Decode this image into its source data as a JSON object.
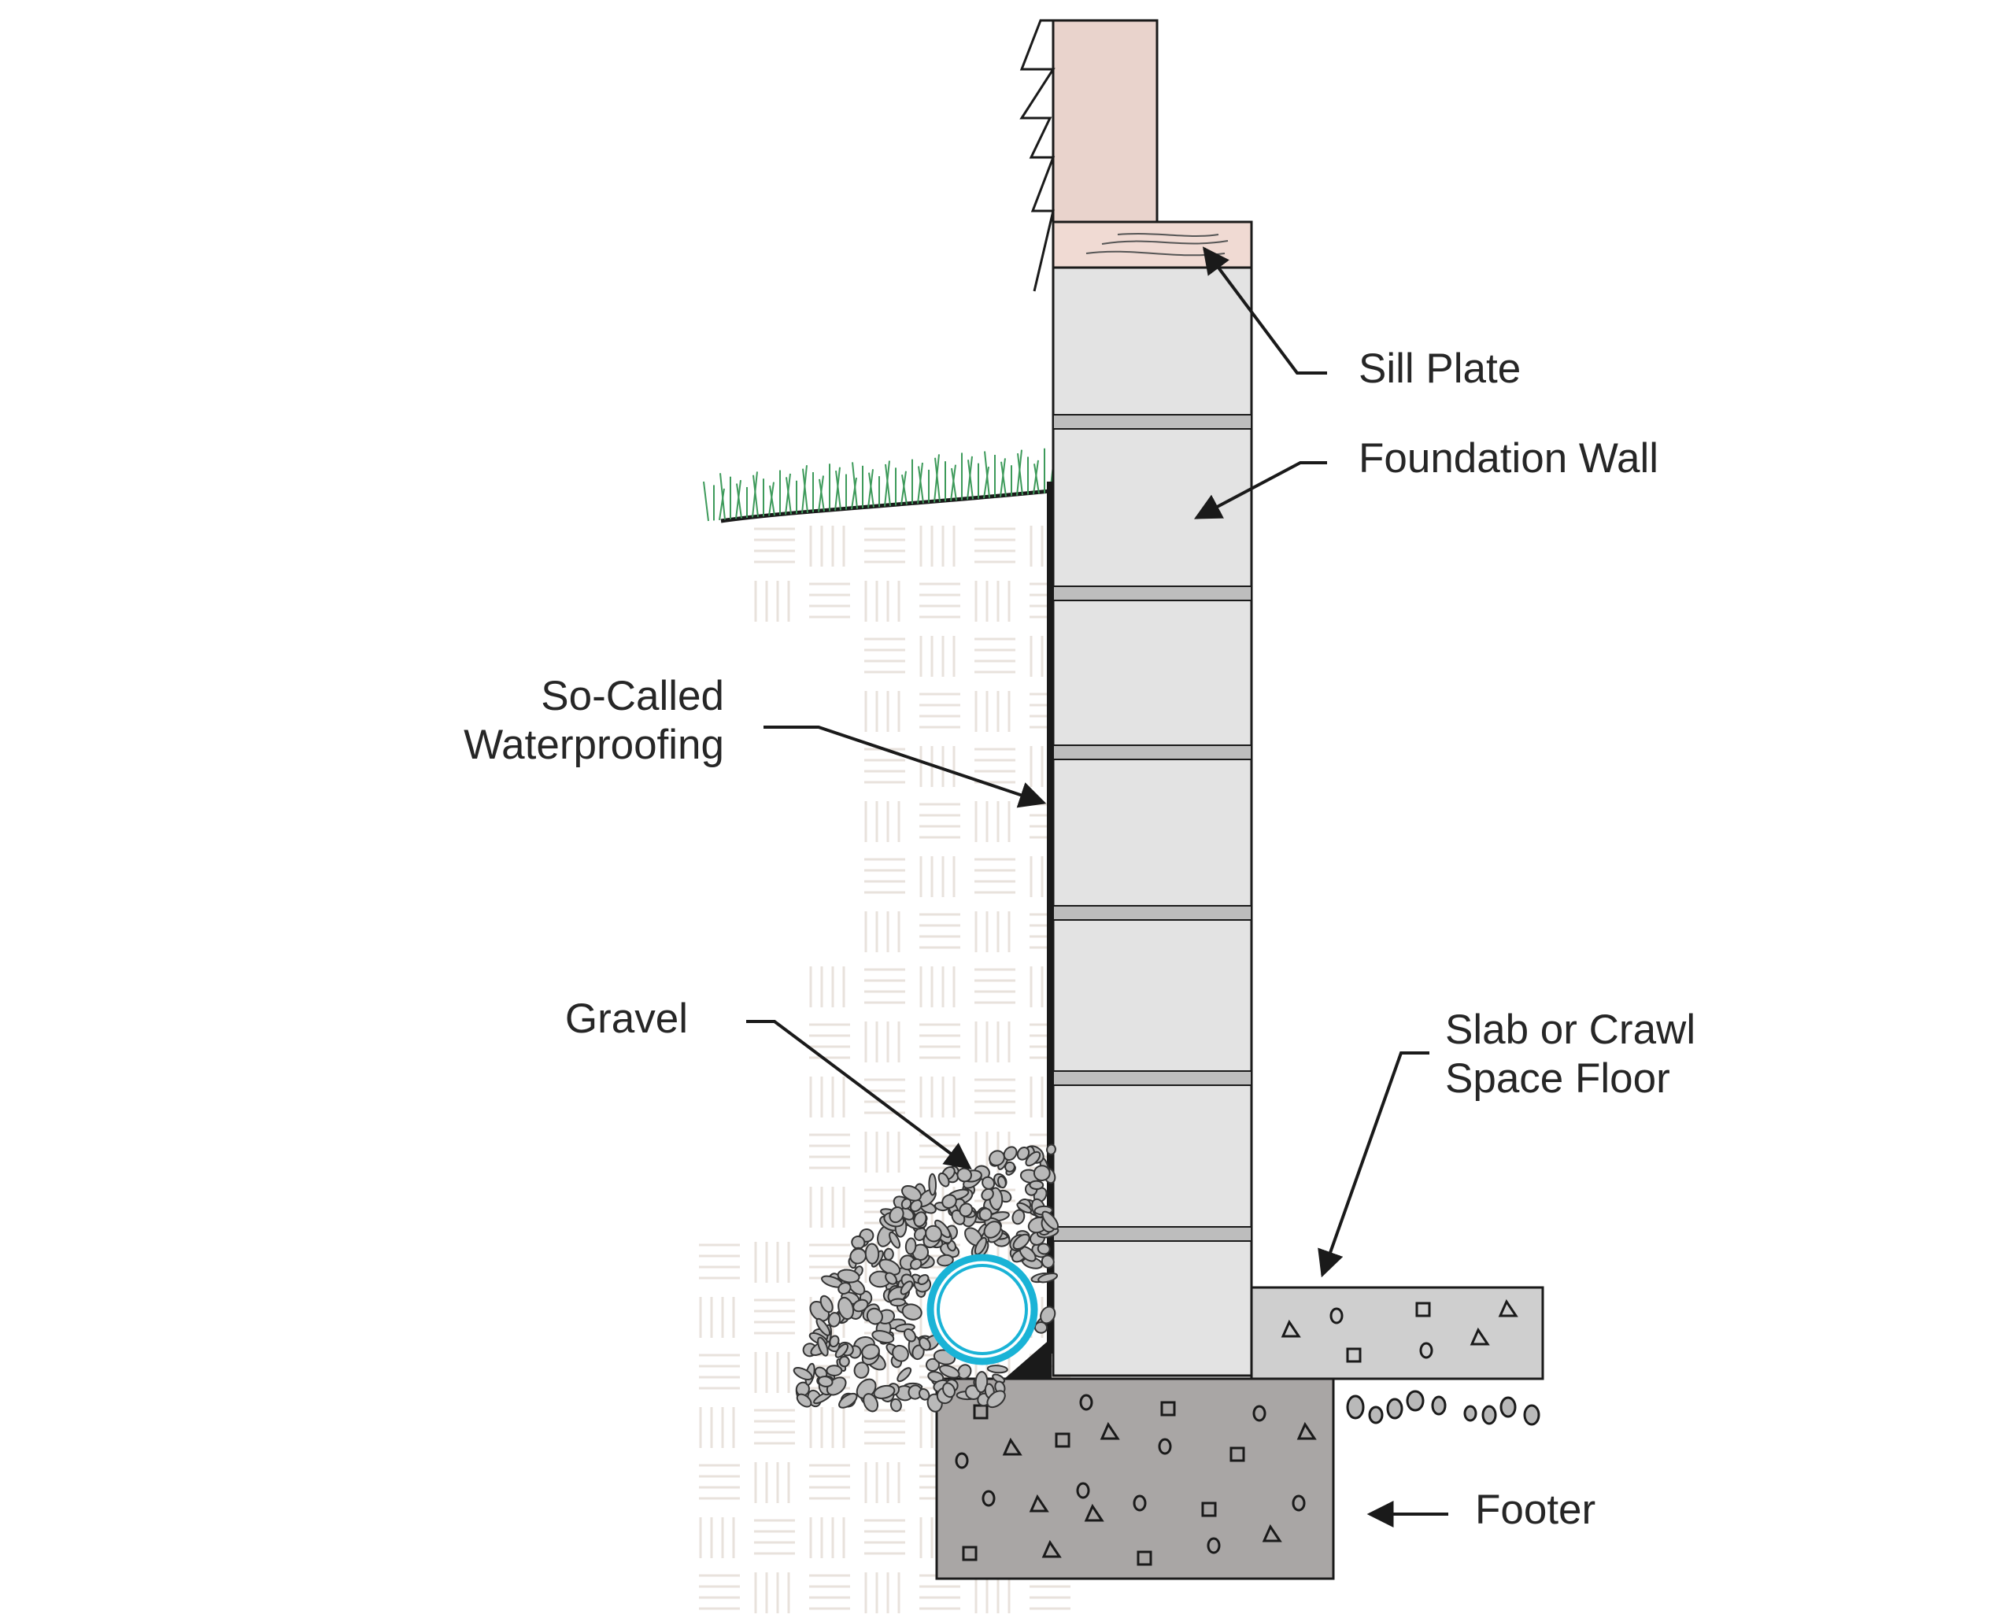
{
  "labels": {
    "sill_plate": "Sill Plate",
    "foundation_wall": "Foundation Wall",
    "waterproofing_line1": "So-Called",
    "waterproofing_line2": "Waterproofing",
    "gravel": "Gravel",
    "slab_line1": "Slab or Crawl",
    "slab_line2": "Space Floor",
    "footer": "Footer"
  },
  "colors": {
    "stud_wall": "#e9d3cc",
    "sill_plate": "#f0dad3",
    "block_face": "#e3e3e3",
    "mortar_joint": "#bdbdbd",
    "footer_concrete": "#a9a6a5",
    "slab_concrete": "#cfcfcf",
    "drain_pipe": "#1ab3d6",
    "grass": "#3d9a5a",
    "soil_hatch": "#e8e2dc",
    "gravel_stone": "#b9b9b9",
    "line": "#1a1a1a"
  }
}
